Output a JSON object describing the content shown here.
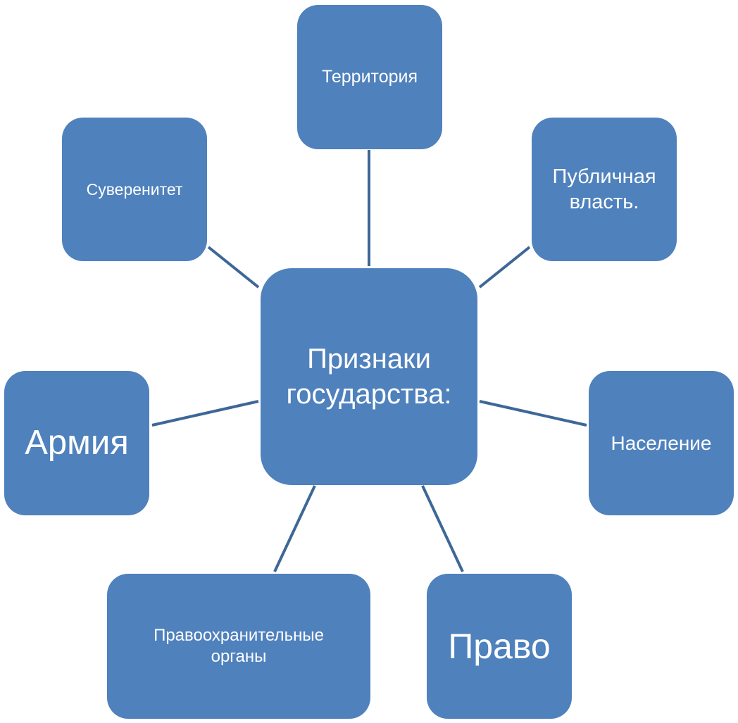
{
  "diagram": {
    "center": {
      "label": "Признаки\nгосударства:"
    },
    "nodes": [
      {
        "id": "territory",
        "label": "Территория"
      },
      {
        "id": "public-power",
        "label": "Публичная\nвласть."
      },
      {
        "id": "population",
        "label": "Население"
      },
      {
        "id": "law",
        "label": "Право"
      },
      {
        "id": "law-enforcement",
        "label": "Правоохранительные\nорганы"
      },
      {
        "id": "army",
        "label": "Армия"
      },
      {
        "id": "sovereignty",
        "label": "Суверенитет"
      }
    ],
    "colors": {
      "node_fill": "#4f81bd",
      "connector": "#3d6797",
      "text": "#ffffff"
    }
  }
}
